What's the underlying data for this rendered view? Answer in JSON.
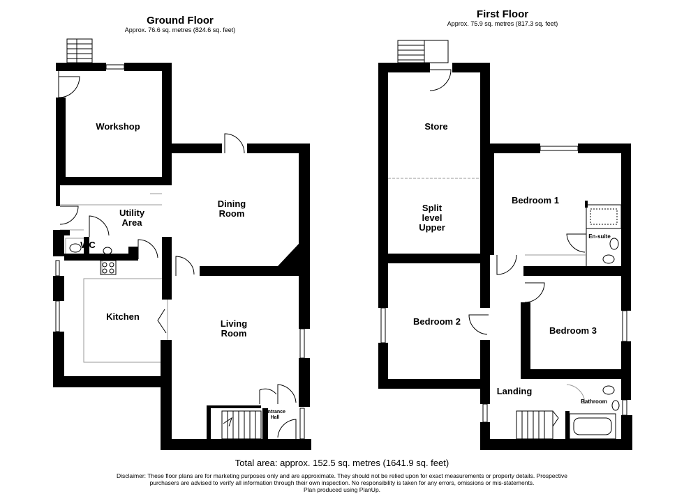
{
  "ground_floor": {
    "title": "Ground Floor",
    "area": "Approx. 76.6 sq. metres (824.6 sq. feet)",
    "rooms": {
      "workshop": "Workshop",
      "utility_1": "Utility",
      "utility_2": "Area",
      "wc": "WC",
      "dining_1": "Dining",
      "dining_2": "Room",
      "kitchen": "Kitchen",
      "living_1": "Living",
      "living_2": "Room",
      "hall_1": "Entrance",
      "hall_2": "Hall"
    }
  },
  "first_floor": {
    "title": "First Floor",
    "area": "Approx. 75.9 sq. metres (817.3 sq. feet)",
    "rooms": {
      "store": "Store",
      "split_1": "Split",
      "split_2": "level",
      "split_3": "Upper",
      "bedroom1": "Bedroom 1",
      "ensuite": "En-suite",
      "bedroom2": "Bedroom 2",
      "bedroom3": "Bedroom 3",
      "landing": "Landing",
      "bathroom": "Bathroom"
    }
  },
  "footer": {
    "total": "Total area: approx. 152.5 sq. metres (1641.9 sq. feet)",
    "disclaimer_1": "Disclaimer: These floor plans are for marketing purposes only and are approximate. They should not be relied upon for exact measurements or property details. Prospective",
    "disclaimer_2": "purchasers are advised to verify all information through their own inspection. No responsibility is taken for any errors, omissions or mis-statements.",
    "disclaimer_3": "Plan produced using PlanUp."
  }
}
